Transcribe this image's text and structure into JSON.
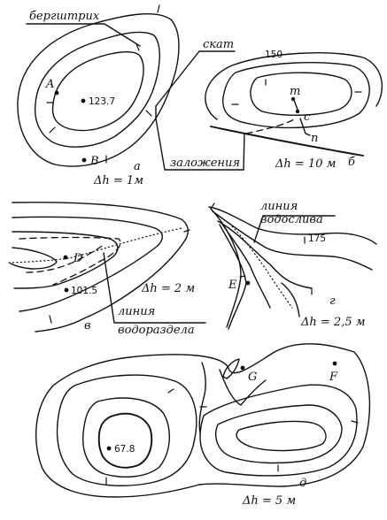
{
  "panel_a": {
    "label": "а",
    "term_berghshtrikh": "бергштрих",
    "term_skat": "скат",
    "term_zalozhenie": "заложения",
    "point_a": "A",
    "point_b": "B",
    "elevation": "123.7",
    "interval": "Δh = 1м"
  },
  "panel_b": {
    "label": "б",
    "contour_value": "150",
    "point_m": "m",
    "point_c": "c",
    "point_n": "n",
    "interval": "Δh = 10 м"
  },
  "panel_v": {
    "label": "в",
    "point_d": "D",
    "elevation": "101.5",
    "interval": "Δh = 2 м",
    "term_line1": "линия",
    "term_line2": "водораздела"
  },
  "panel_g": {
    "label": "г",
    "term_line1": "линия",
    "term_line2": "водослива",
    "contour_value": "175",
    "point_e": "E",
    "interval": "Δh = 2,5 м"
  },
  "panel_d": {
    "label": "д",
    "point_g": "G",
    "point_f": "F",
    "elevation": "67.8",
    "interval": "Δh = 5 м"
  }
}
